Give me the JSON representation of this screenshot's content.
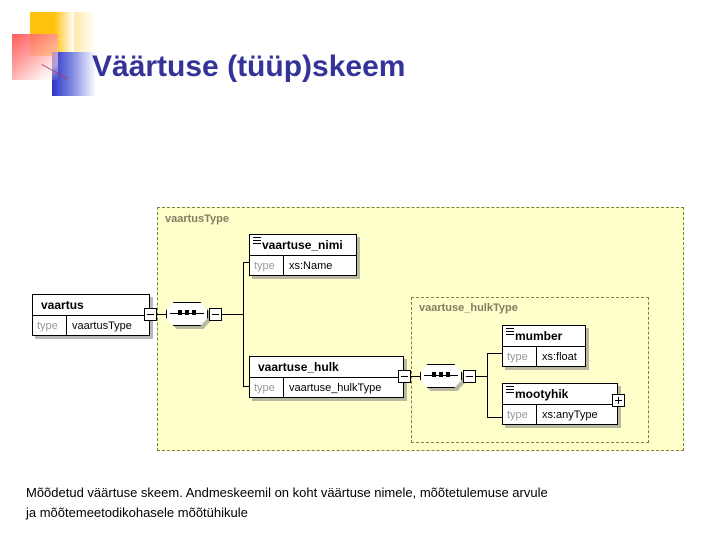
{
  "slide": {
    "title": "Väärtuse (tüüp)skeem",
    "title_color": "#333399",
    "background": "#ffffff",
    "logo_name": "decorative-squares-logo"
  },
  "diagram": {
    "kind": "xsd-schema-diagram",
    "container_fill": "#FFFFCC",
    "container_border": "#808040",
    "root_element": {
      "name": "vaartus",
      "type_key": "type",
      "type_value": "vaartusType",
      "toggle": "minus"
    },
    "outer_type": {
      "label": "vaartusType",
      "compositor": "sequence"
    },
    "children": [
      {
        "name": "vaartuse_nimi",
        "type_key": "type",
        "type_value": "xs:Name",
        "icon": "element-icon",
        "toggle": null
      },
      {
        "name": "vaartuse_hulk",
        "type_key": "type",
        "type_value": "vaartuse_hulkType",
        "icon": null,
        "toggle": "minus"
      }
    ],
    "inner_type": {
      "label": "vaartuse_hulkType",
      "compositor": "sequence",
      "toggle": "minus",
      "children": [
        {
          "name": "mumber",
          "type_key": "type",
          "type_value": "xs:float",
          "icon": "element-icon",
          "toggle": null
        },
        {
          "name": "mootyhik",
          "type_key": "type",
          "type_value": "xs:anyType",
          "icon": "element-icon",
          "toggle": "plus"
        }
      ]
    }
  },
  "caption": {
    "line1": "Mõõdetud väärtuse skeem. Andmeskeemil on koht väärtuse nimele, mõõtetulemuse arvule",
    "line2": "ja mõõtemeetodikohasele mõõtühikule"
  }
}
